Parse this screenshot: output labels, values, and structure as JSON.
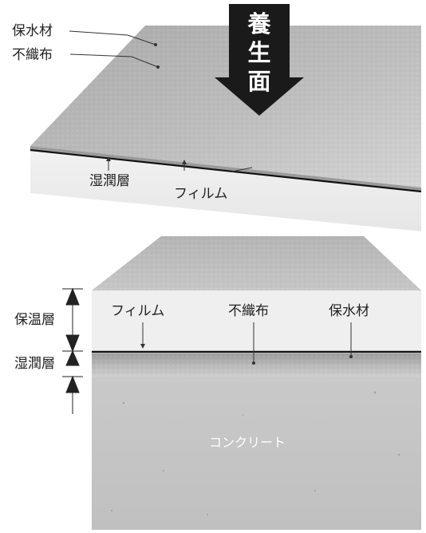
{
  "arrow": {
    "chars": [
      "養",
      "生",
      "面"
    ]
  },
  "top_diagram": {
    "label_water_material": "保水材",
    "label_nonwoven": "不織布",
    "label_wet_layer": "湿潤層",
    "label_film": "フィルム"
  },
  "bottom_diagram": {
    "label_insulation_layer": "保温層",
    "label_wet_layer": "湿潤層",
    "label_film": "フィルム",
    "label_nonwoven": "不織布",
    "label_water_material": "保水材",
    "label_concrete": "コンクリート"
  },
  "colors": {
    "fabric": "#b9b9b9",
    "foam": "#eeeeee",
    "concrete": "#c6c6c6",
    "arrow": "#1a1a1a",
    "film": "#111111"
  }
}
